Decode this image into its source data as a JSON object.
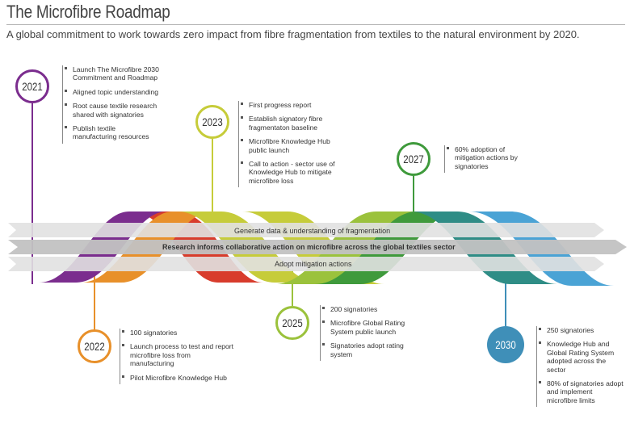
{
  "header": {
    "title": "The Microfibre Roadmap",
    "subtitle": "A global commitment to work towards zero impact from fibre fragmentation from textiles to the natural environment by 2020."
  },
  "bands": [
    {
      "label": "Generate data & understanding of fragmentation",
      "bold": false
    },
    {
      "label": "Research informs collaborative action on microfibre across the global textiles sector",
      "bold": true
    },
    {
      "label": "Adopt mitigation actions",
      "bold": false
    }
  ],
  "milestones": [
    {
      "year": "2021",
      "color": "#7b2d8e",
      "items": [
        "Launch The Microfibre 2030 Commitment and Roadmap",
        "Aligned topic understanding",
        "Root cause textile research shared with signatories",
        "Publish textile manufacturing resources"
      ]
    },
    {
      "year": "2022",
      "color": "#e8902a",
      "items": [
        "100 signatories",
        "Launch process to test and report microfibre loss from manufacturing",
        "Pilot Microfibre Knowledge Hub"
      ]
    },
    {
      "year": "2023",
      "color": "#c6cc3a",
      "items": [
        "First progress report",
        "Establish signatory fibre fragmentaton baseline",
        "Microfibre Knowledge Hub public launch",
        "Call to action - sector use of Knowledge Hub to mitigate microfibre loss"
      ]
    },
    {
      "year": "2025",
      "color": "#9bc23c",
      "items": [
        "200 signatories",
        "Microfibre Global Rating System public launch",
        "Signatories adopt rating system"
      ]
    },
    {
      "year": "2027",
      "color": "#3f9a3c",
      "items": [
        "60% adoption of mitigation actions by signatories"
      ]
    },
    {
      "year": "2030",
      "color": "#3f8fb8",
      "items": [
        "250 signatories",
        "Knowledge Hub and Global Rating System adopted across the sector",
        "80% of signatories adopt and implement microfibre limits"
      ]
    }
  ]
}
